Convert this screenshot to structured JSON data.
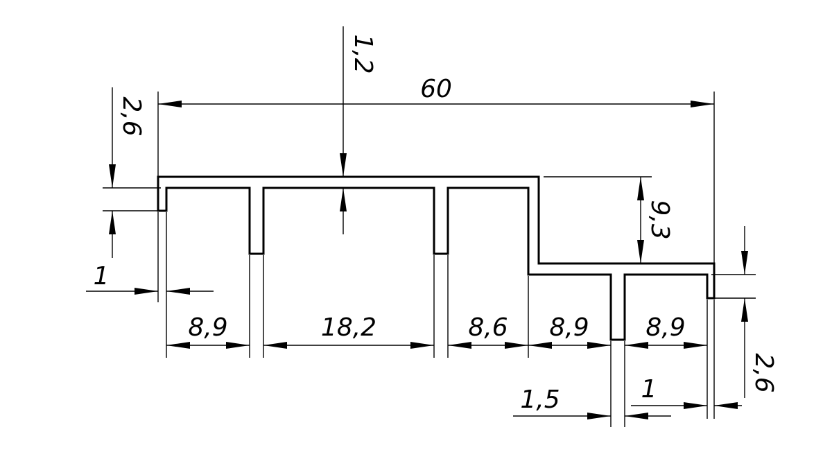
{
  "dimensions": {
    "overall_width": "60",
    "wall_thickness": "1,2",
    "left_flange_height": "2,6",
    "step_height": "9,3",
    "right_flange_height": "2,6",
    "left_offset": "1",
    "slot_1_width": "8,9",
    "slot_2_width": "18,2",
    "slot_3_width": "8,6",
    "slot_4_width": "8,9",
    "slot_5_width": "8,9",
    "rib_width": "1,5",
    "right_offset": "1"
  }
}
